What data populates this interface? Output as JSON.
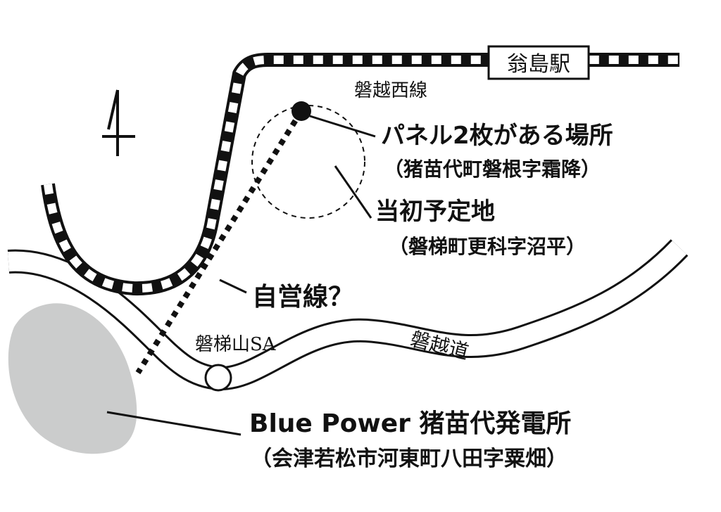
{
  "colors": {
    "ink": "#111111",
    "paper": "#ffffff",
    "plant_area": "#cbcccc"
  },
  "labels": {
    "station": "翁島駅",
    "railway": "磐越西線",
    "panel_site": "パネル2枚がある場所",
    "panel_site_address": "（猪苗代町磐根字霜降）",
    "initial_site": "当初予定地",
    "initial_site_address": "（磐梯町更科字沼平）",
    "private_line": "自営線？",
    "service_area": "磐梯山SA",
    "expressway": "磐越道",
    "power_plant": "Blue Power 猪苗代発電所",
    "power_plant_address": "（会津若松市河東町八田字粟畑）"
  },
  "icons": {
    "north_arrow": "north-arrow-icon",
    "service_area_marker": "circle-marker-icon",
    "panel_marker": "filled-dot-icon"
  }
}
